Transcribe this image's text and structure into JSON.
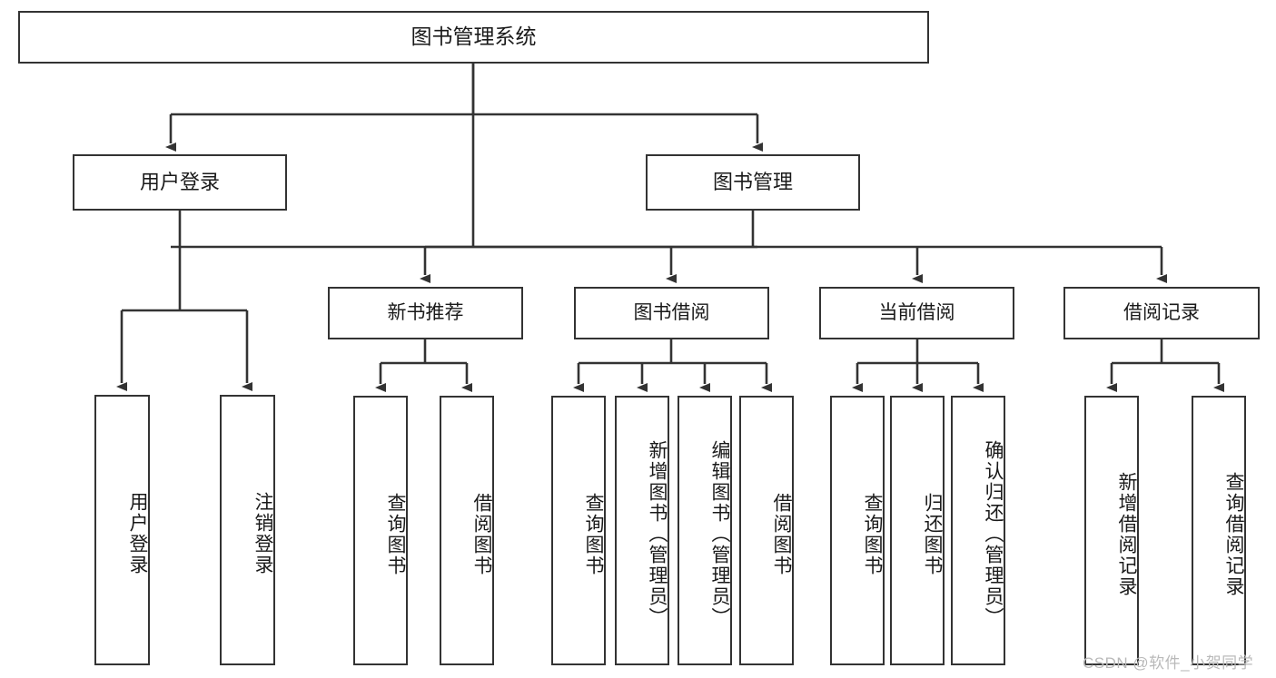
{
  "diagram": {
    "title": "图书管理系统",
    "type": "tree-hierarchy",
    "orientation": "top-down",
    "colors": {
      "node_border": "#333333",
      "node_fill": "#ffffff",
      "edge": "#333333",
      "text": "#1a1a1a",
      "watermark": "#b9b9b9",
      "background": "#ffffff"
    }
  },
  "nodes": {
    "root": {
      "label": "图书管理系统"
    },
    "level1": [
      {
        "id": "user-login",
        "label": "用户登录"
      },
      {
        "id": "book-manage",
        "label": "图书管理"
      }
    ],
    "level2": [
      {
        "id": "new-book-recommend",
        "label": "新书推荐"
      },
      {
        "id": "book-borrow",
        "label": "图书借阅"
      },
      {
        "id": "current-borrow",
        "label": "当前借阅"
      },
      {
        "id": "borrow-record",
        "label": "借阅记录"
      }
    ],
    "leaves": {
      "user-login": [
        {
          "id": "leaf-user-login",
          "label": "用户登录"
        },
        {
          "id": "leaf-logout-login",
          "label": "注销登录"
        }
      ],
      "new-book-recommend": [
        {
          "id": "leaf-query-book-1",
          "label": "查询图书"
        },
        {
          "id": "leaf-borrow-book-1",
          "label": "借阅图书"
        }
      ],
      "book-borrow": [
        {
          "id": "leaf-query-book-2",
          "label": "查询图书"
        },
        {
          "id": "leaf-add-book",
          "label": "新增图书（管理员）"
        },
        {
          "id": "leaf-edit-book",
          "label": "编辑图书（管理员）"
        },
        {
          "id": "leaf-borrow-book-2",
          "label": "借阅图书"
        }
      ],
      "current-borrow": [
        {
          "id": "leaf-query-book-3",
          "label": "查询图书"
        },
        {
          "id": "leaf-return-book",
          "label": "归还图书"
        },
        {
          "id": "leaf-confirm-return",
          "label": "确认归还（管理员）"
        }
      ],
      "borrow-record": [
        {
          "id": "leaf-add-record",
          "label": "新增借阅记录"
        },
        {
          "id": "leaf-query-record",
          "label": "查询借阅记录"
        }
      ]
    }
  },
  "watermark": {
    "text": "CSDN @软件_小贺同学"
  }
}
